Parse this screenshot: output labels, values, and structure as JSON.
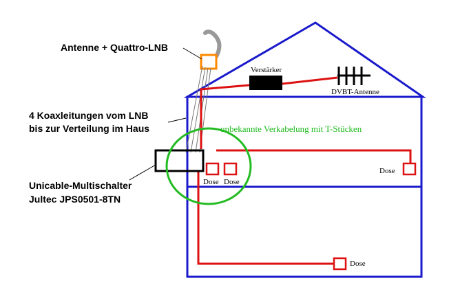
{
  "labels": {
    "antenna": "Antenne + Quattro-LNB",
    "coax_line1": "4 Koaxleitungen vom LNB",
    "coax_line2": "bis zur Verteilung im Haus",
    "switch_line1": "Unicable-Multischalter",
    "switch_line2": "Jultec JPS0501-8TN",
    "amplifier": "Verstärker",
    "dvbt": "DVBT-Antenne",
    "unknown_cabling": "unbekannte Verkabelung mit T-Stücken",
    "socket_a": "Dose",
    "socket_b": "Dose",
    "socket_c": "Dose",
    "socket_d": "Dose"
  },
  "colors": {
    "house": "#1a1acc",
    "cable": "#dd1111",
    "circle": "#22bb22",
    "lnb": "#ff8800",
    "dish": "#999999",
    "black": "#000000"
  }
}
